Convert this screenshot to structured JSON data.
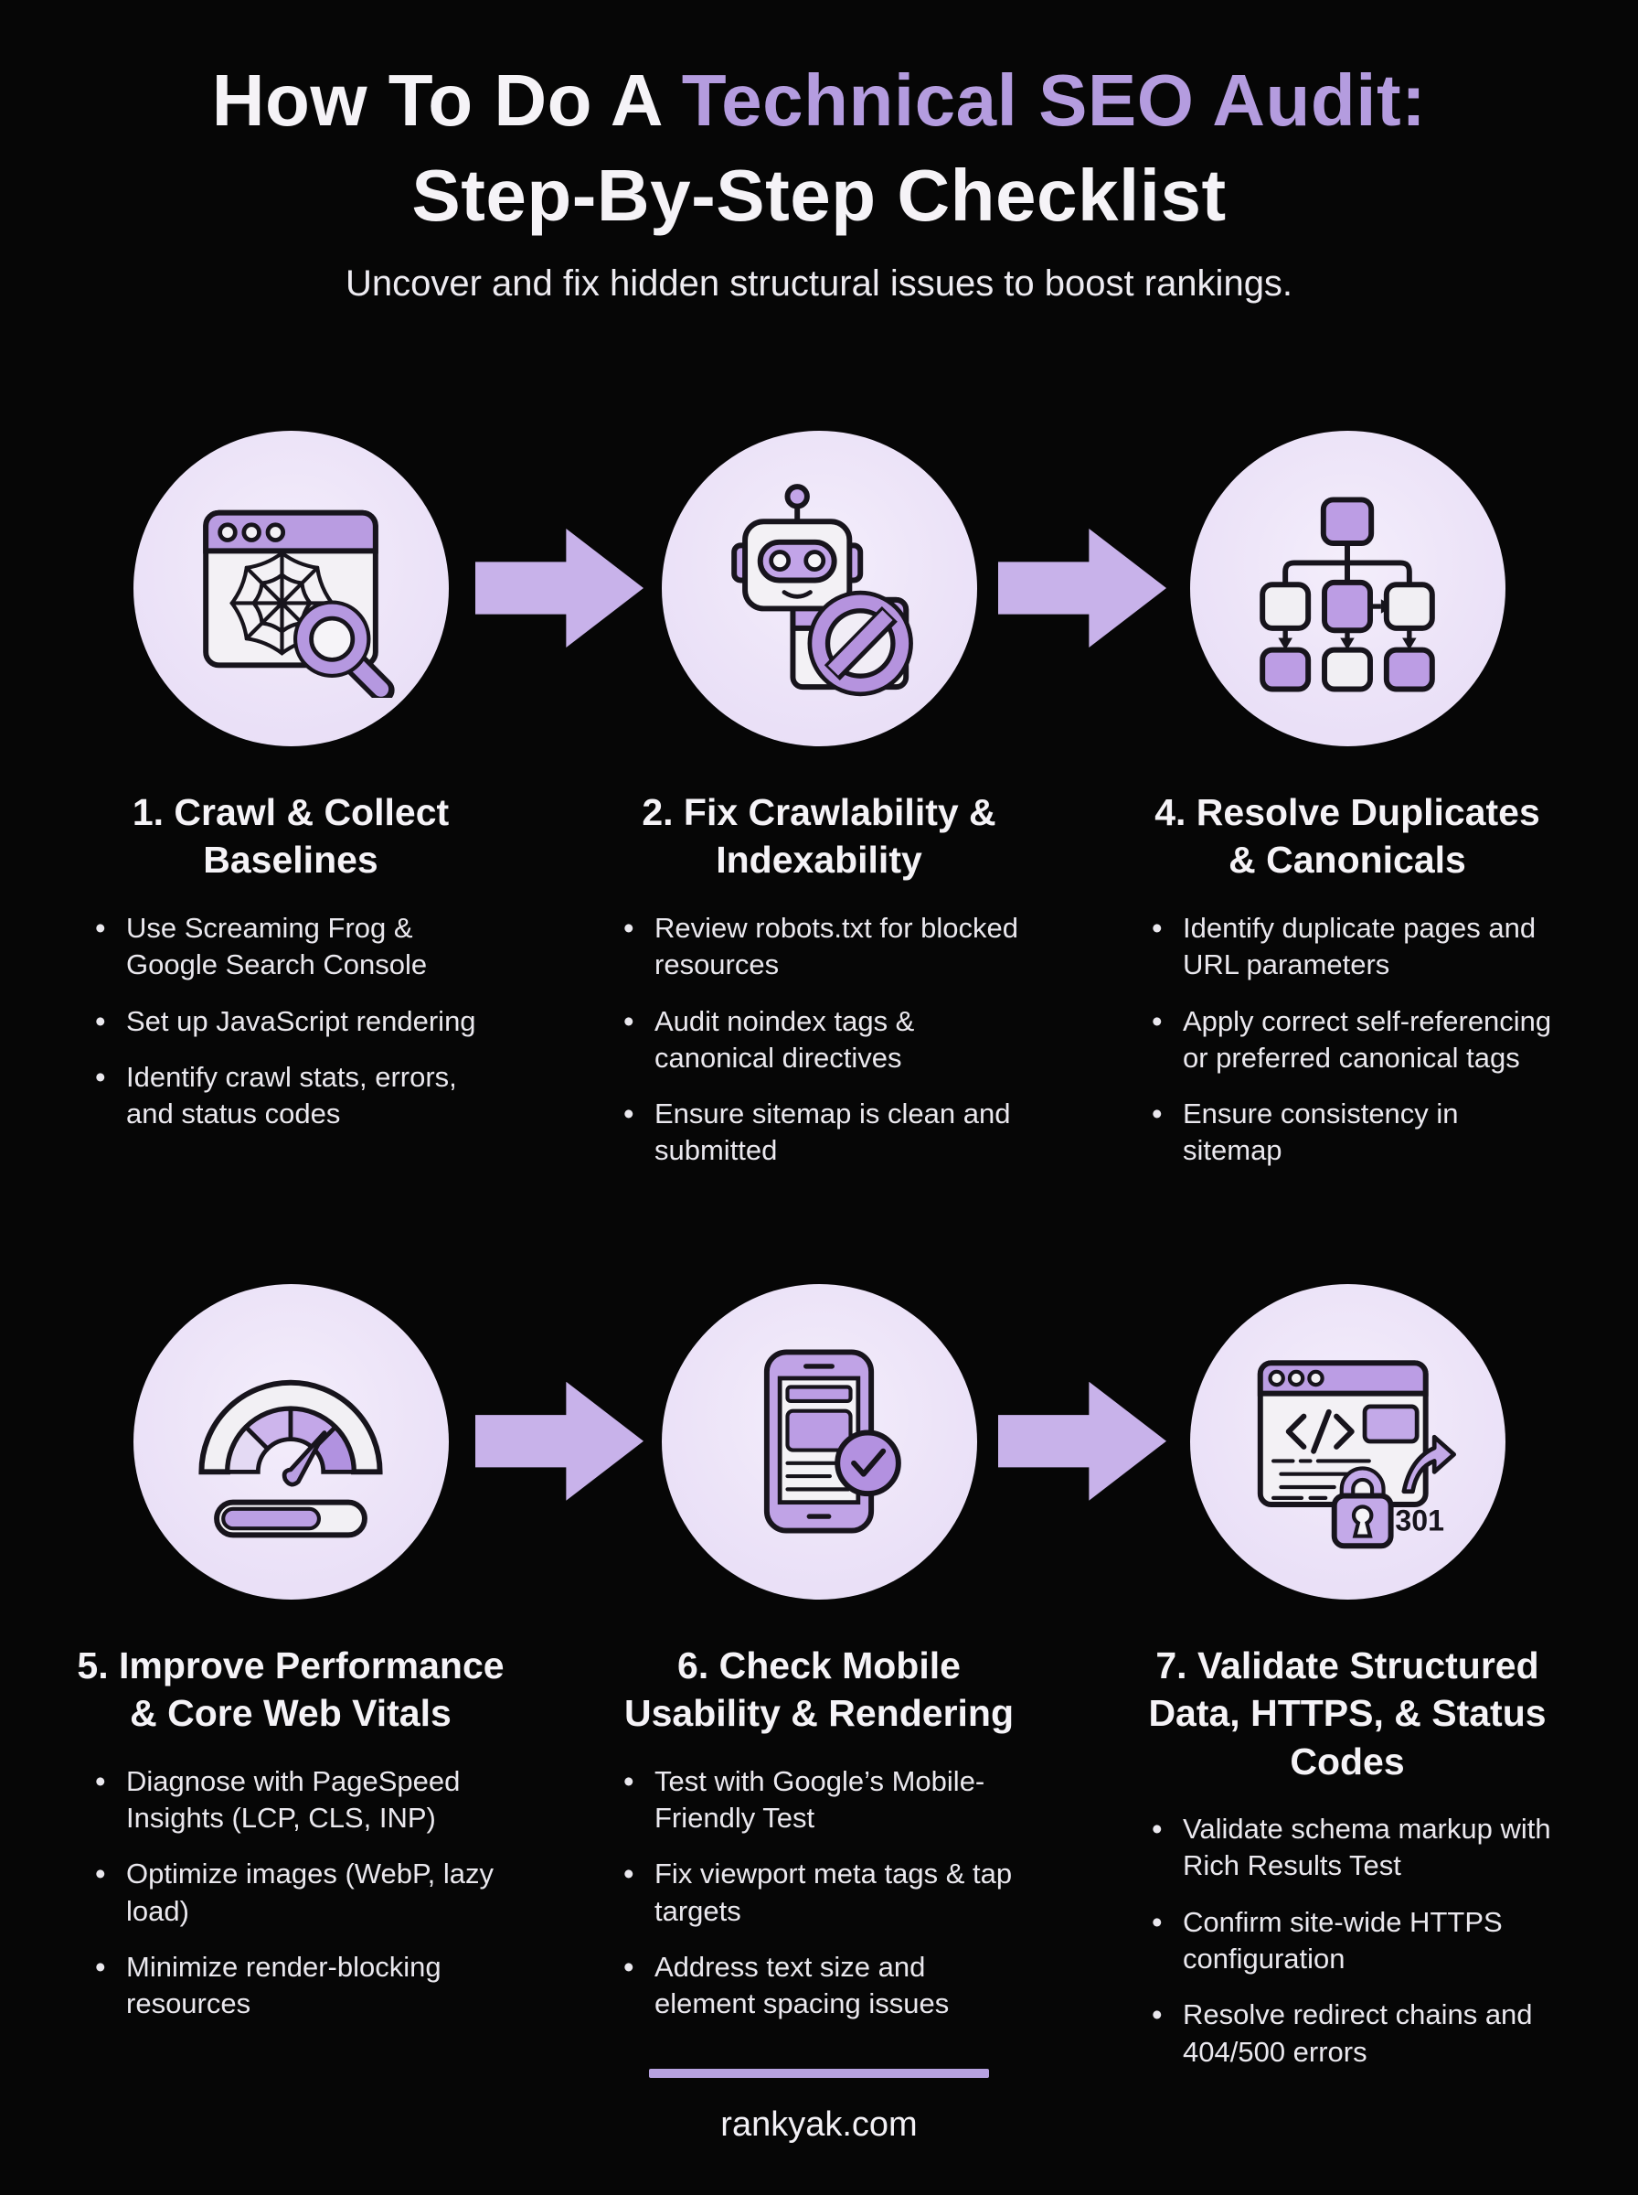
{
  "page": {
    "title_line1_white": "How To Do A ",
    "title_line1_accent": "Technical SEO Audit:",
    "title_line2": "Step-By-Step Checklist",
    "subtitle": "Uncover and fix hidden structural issues to boost rankings.",
    "footer": "rankyak.com"
  },
  "colors": {
    "background": "#060606",
    "accent_purple": "#b49cdf",
    "circle_background": "#ece3f8",
    "arrow_purple": "#c8b2ea",
    "icon_purple": "#bda0e5",
    "heading_text": "#f5f3f7",
    "body_text": "#eae8ee"
  },
  "steps": [
    {
      "icon": "browser-spiderweb-magnifier-icon",
      "title_lines": [
        "1. Crawl & Collect",
        "Baselines"
      ],
      "bullets": [
        "Use Screaming Frog & Google Search Console",
        "Set up JavaScript rendering",
        "Identify crawl stats, errors, and status codes"
      ]
    },
    {
      "icon": "robot-blocked-icon",
      "title_lines": [
        "2. Fix Crawlability &",
        "Indexability"
      ],
      "bullets": [
        "Review robots.txt for blocked resources",
        "Audit noindex tags & canonical directives",
        "Ensure sitemap is clean and submitted"
      ]
    },
    {
      "icon": "sitemap-hierarchy-icon",
      "title_lines": [
        "4. Resolve Duplicates",
        "& Canonicals"
      ],
      "bullets": [
        "Identify duplicate pages and URL parameters",
        "Apply correct self-referencing or preferred canonical tags",
        "Ensure consistency in sitemap"
      ]
    },
    {
      "icon": "speedometer-gauge-icon",
      "title_lines": [
        "5. Improve Performance",
        "& Core Web Vitals"
      ],
      "bullets": [
        "Diagnose with PageSpeed Insights (LCP, CLS, INP)",
        "Optimize images (WebP, lazy load)",
        "Minimize render-blocking resources"
      ]
    },
    {
      "icon": "mobile-check-icon",
      "title_lines": [
        "6. Check Mobile",
        "Usability & Rendering"
      ],
      "bullets": [
        "Test with Google’s Mobile-Friendly Test",
        "Fix viewport meta tags & tap targets",
        "Address text size and element spacing issues"
      ]
    },
    {
      "icon": "code-lock-redirect-icon",
      "title_lines": [
        "7. Validate Structured",
        "Data, HTTPS, & Status",
        "Codes"
      ],
      "icon_badge": "301",
      "bullets": [
        "Validate schema markup with Rich Results Test",
        "Confirm site-wide HTTPS configuration",
        "Resolve redirect chains and 404/500 errors"
      ]
    }
  ]
}
